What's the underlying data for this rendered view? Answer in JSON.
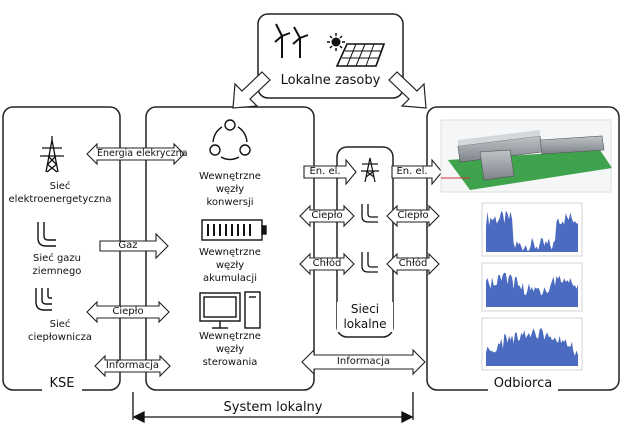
{
  "top": {
    "title": "Lokalne zasoby"
  },
  "kse": {
    "title": "KSE",
    "items": [
      {
        "label": "Sieć elektroenergetyczna",
        "icon": "power-tower-icon"
      },
      {
        "label": "Sieć gazu ziemnego",
        "icon": "gas-pipe-icon"
      },
      {
        "label": "Sieć ciepłownicza",
        "icon": "heat-pipe-icon"
      }
    ]
  },
  "local_system": {
    "nodes": [
      {
        "label_line1": "Wewnętrzne",
        "label_line2": "węzły",
        "label_line3": "konwersji",
        "icon": "cycle-arrows-icon"
      },
      {
        "label_line1": "Wewnętrzne",
        "label_line2": "węzły",
        "label_line3": "akumulacji",
        "icon": "battery-icon"
      },
      {
        "label_line1": "Wewnętrzne",
        "label_line2": "węzły",
        "label_line3": "sterowania",
        "icon": "computer-icon"
      }
    ],
    "caption": "System lokalny"
  },
  "local_networks": {
    "line1": "Sieci",
    "line2": "lokalne"
  },
  "consumer": {
    "title": "Odbiorca"
  },
  "arrows": {
    "energia": "Energia elekryczna",
    "gaz": "Gaz",
    "cieplo": "Ciepło",
    "informacja": "Informacja",
    "en_el": "En. el.",
    "chlod": "Chłód"
  },
  "colors": {
    "chart_fill": "#4a6bc0",
    "building_green": "#3fa34d",
    "box_stroke": "#222222"
  }
}
